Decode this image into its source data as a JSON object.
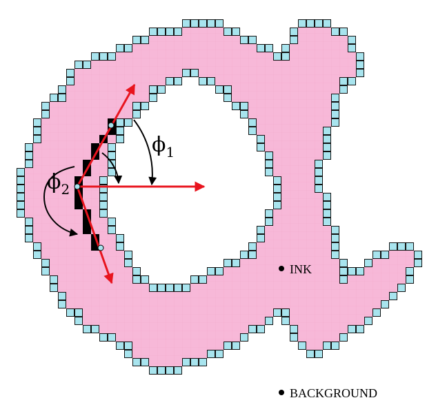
{
  "labels": {
    "phi1": "ϕ",
    "phi1_sub": "1",
    "phi2": "ϕ",
    "phi2_sub": "2",
    "ink": "INK",
    "background": "BACKGROUND"
  },
  "colors": {
    "ink_fill": "#f7b8d8",
    "ink_grid": "#f2a8cc",
    "boundary_pixel": "#a8e4ee",
    "boundary_stroke": "#111111",
    "contour_pixel": "#000000",
    "vector": "#e8141e",
    "angle_arc": "#000000",
    "point": "#000000",
    "sample_point": "#a8e4ee"
  }
}
